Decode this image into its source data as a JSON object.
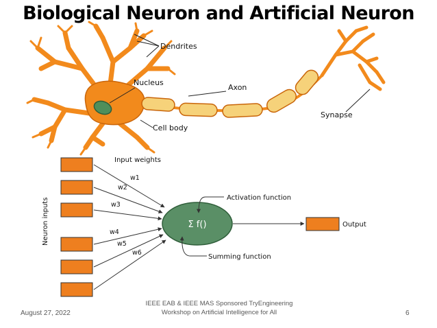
{
  "title": "Biological Neuron and Artificial Neuron",
  "neuron_labels": {
    "dendrites": "Dendrites",
    "nucleus": "Nucleus",
    "axon": "Axon",
    "cell_body": "Cell body",
    "synapse": "Synapse"
  },
  "artificial": {
    "input_weights": "Input weights",
    "neuron_inputs": "Neuron inputs",
    "weights": [
      "w1",
      "w2",
      "w3",
      "w4",
      "w5",
      "w6"
    ],
    "activation_function": "Activation function",
    "summing_function": "Summing function",
    "node_text": "Σ  f()",
    "output": "Output"
  },
  "colors": {
    "neuron_orange": "#f28a1c",
    "myelin_yellow": "#f6d27a",
    "nucleus_green": "#4f8f5b",
    "node_green": "#5a8f66",
    "box_orange": "#ee7f1f"
  },
  "footer": {
    "date": "August 27, 2022",
    "center": "IEEE EAB & IEEE MAS Sponsored TryEngineering Workshop on Artificial Intelligence for All",
    "page": "6"
  }
}
